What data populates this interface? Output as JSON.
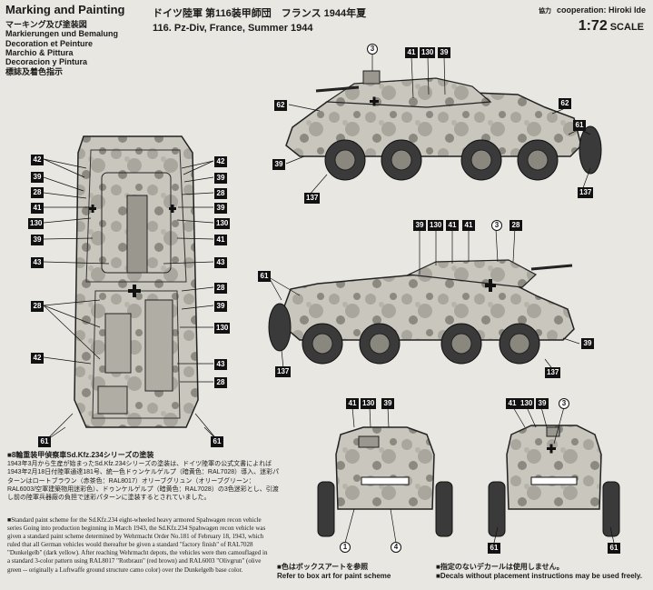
{
  "header": {
    "title": "Marking and Painting",
    "lang_lines": [
      "マーキング及び塗装図",
      "Markierungen und Bemalung",
      "Decoration et Peinture",
      "Marchio & Pittura",
      "Decoracion y Pintura",
      "標誌及着色指示"
    ],
    "subtitle_jp": "ドイツ陸軍 第116装甲師団　フランス 1944年夏",
    "subtitle_en": "116. Pz-Div, France, Summer 1944",
    "cooperation_jp": "協力",
    "cooperation": "cooperation: Hiroki Ide",
    "scale": "1:72",
    "scale_word": "SCALE"
  },
  "callouts": {
    "n42": "42",
    "n39": "39",
    "n28": "28",
    "n41": "41",
    "n130": "130",
    "n43": "43",
    "n61": "61",
    "n62": "62",
    "n137": "137",
    "c3": "3",
    "c1": "1",
    "c4": "4"
  },
  "description": {
    "jp_heading": "■8輪重装甲偵察車Sd.Kfz.234シリーズの塗装",
    "jp_body": "1943年3月から生産が始まったSd.Kfz.234シリーズの塗装は、ドイツ陸軍の公式文書によれば1943年2月18日付陸軍通達181号、統一色ドゥンケルゲルプ（暗黄色：RAL7028）導入、迷彩パターンはロートブラウン（赤茶色：RAL8017）オリーブグリュン（オリーブグリーン：RAL6003/空軍建築物用迷彩色）、ドゥンケルゲルプ（暗黄色：RAL7028）の3色迷彩とし、引渡し前の陸軍兵器廠の負担で迷彩パターンに塗装するとされていました。",
    "en_body": "■Standard paint scheme for the Sd.Kfz.234 eight-wheeled heavy armored Spahwagen recon vehicle series Going into production beginning in March 1943, the Sd.Kfz.234 Spahwagen recon vehicle was given a standard paint scheme determined by Wehrmacht Order No.181 of February 18, 1943, which ruled that all German vehicles would thereafter be given a standard \"factory finish\" of RAL7028 \"Dunkelgelb\" (dark yellow). After reaching Wehrmacht depots, the vehicles were then camouflaged in a standard 3-color pattern using RAL8017 \"Rotbraun\" (red brown) and RAL6003 \"Olivgrun\" (olive green -- originally a Luftwaffe ground structure camo color) over the Dunkelgelb base color."
  },
  "footer": {
    "box_art_jp": "■色はボックスアートを参照",
    "box_art_en": "Refer to box art for paint scheme",
    "decal_jp": "■指定のないデカールは使用しません。",
    "decal_en": "■Decals without placement instructions may be used freely."
  },
  "colors": {
    "camo_base": "#c9c6bd",
    "camo_mid": "#a9a69d",
    "camo_dark": "#8c8980",
    "ink": "#111111",
    "paper": "#e9e7e2"
  }
}
